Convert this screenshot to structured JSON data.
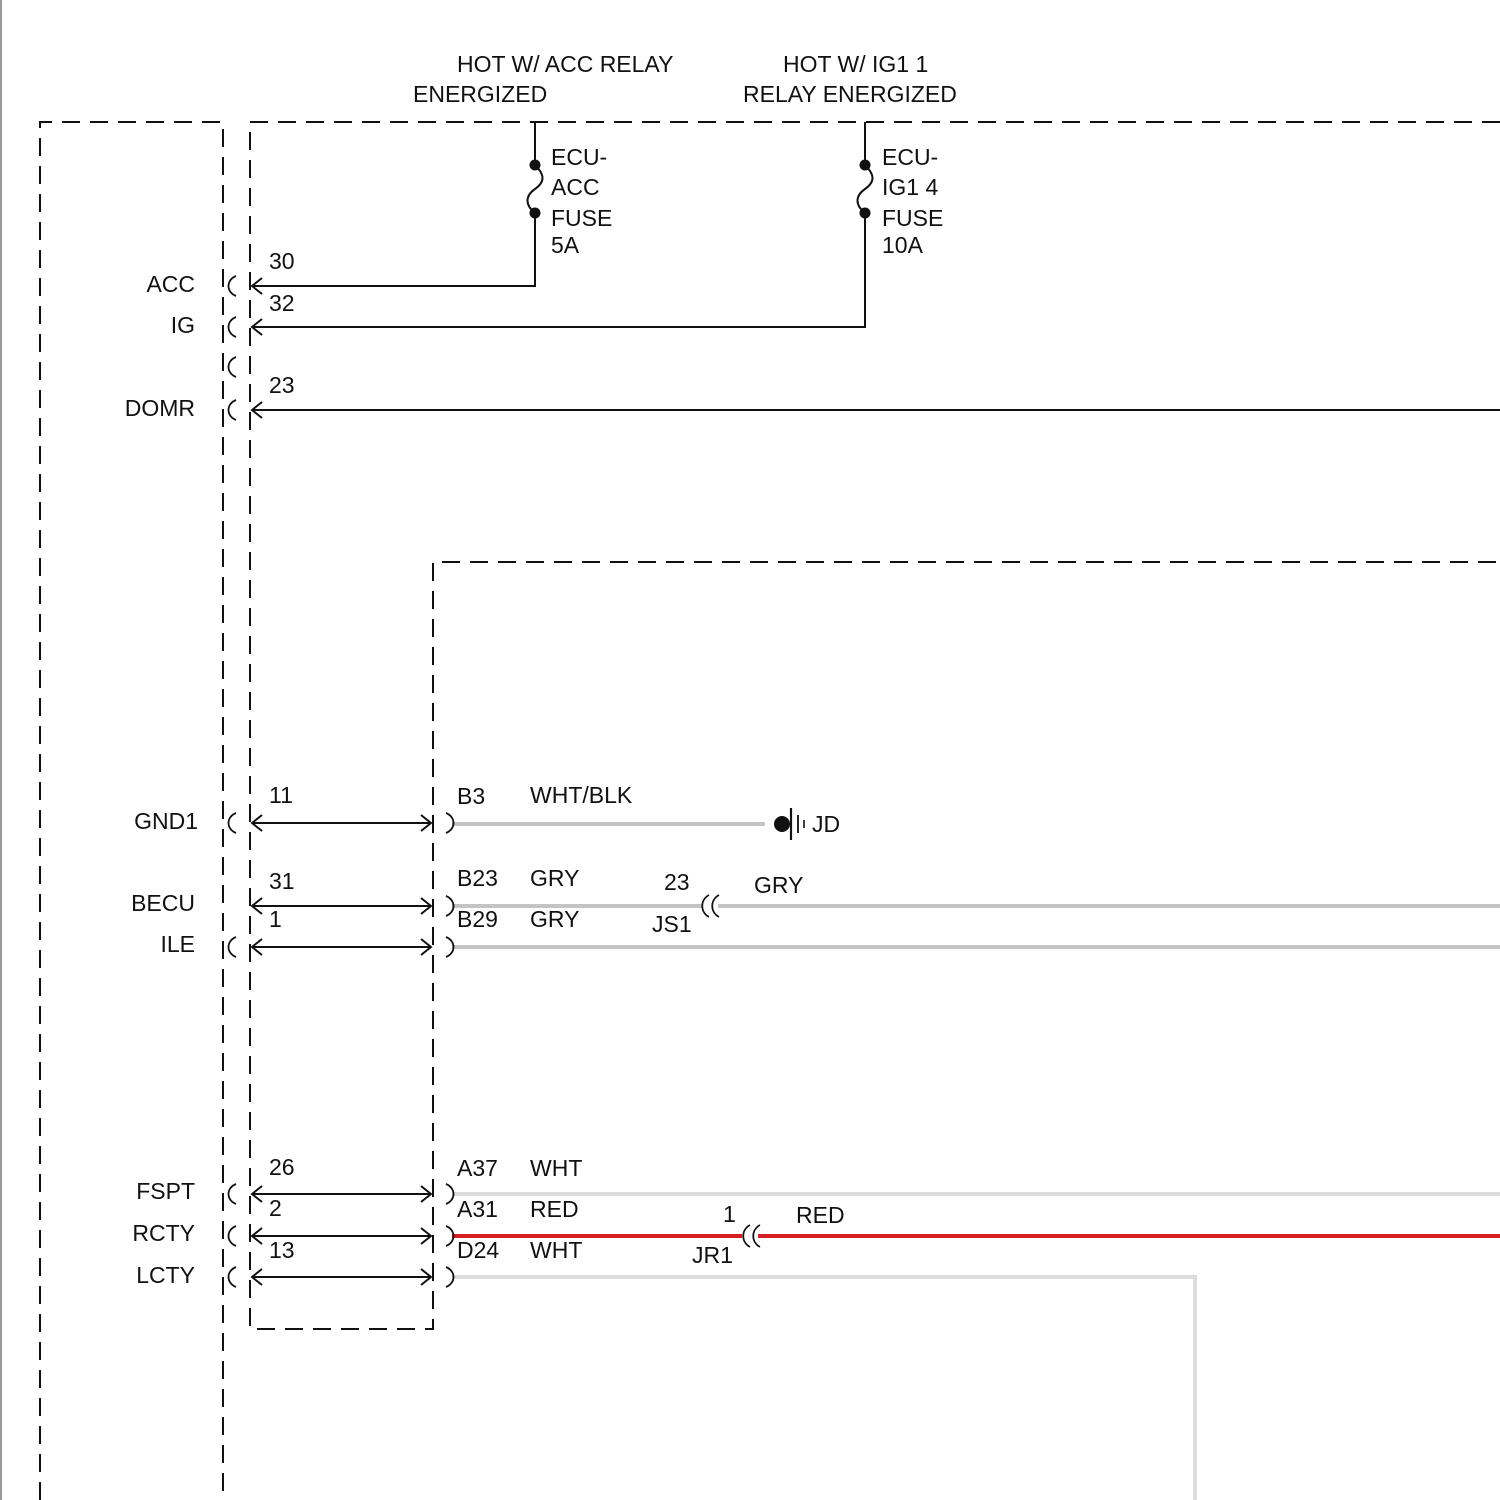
{
  "power_sources": {
    "acc": {
      "line1": "HOT W/ ACC RELAY",
      "line2": "ENERGIZED"
    },
    "ig1": {
      "line1": "HOT W/ IG1 1",
      "line2": "RELAY ENERGIZED"
    }
  },
  "fuses": {
    "acc": {
      "line1": "ECU-",
      "line2": "ACC",
      "line3": "FUSE",
      "line4": "5A"
    },
    "ig1": {
      "line1": "ECU-",
      "line2": "IG1 4",
      "line3": "FUSE",
      "line4": "10A"
    }
  },
  "terminals": {
    "acc": {
      "label": "ACC",
      "pin": "30"
    },
    "ig": {
      "label": "IG",
      "pin": "32"
    },
    "domr": {
      "label": "DOMR",
      "pin": "23"
    },
    "gnd1": {
      "label": "GND1",
      "pin": "11"
    },
    "becu": {
      "label": "BECU",
      "pin": "31"
    },
    "ile": {
      "label": "ILE",
      "pin": "1"
    },
    "fspt": {
      "label": "FSPT",
      "pin": "26"
    },
    "rcty": {
      "label": "RCTY",
      "pin": "2"
    },
    "lcty": {
      "label": "LCTY",
      "pin": "13"
    }
  },
  "connectors": {
    "b3": {
      "pin": "B3",
      "wire": "WHT/BLK"
    },
    "b23": {
      "pin": "B23",
      "wire": "GRY"
    },
    "b29": {
      "pin": "B29",
      "wire": "GRY"
    },
    "a37": {
      "pin": "A37",
      "wire": "WHT"
    },
    "a31": {
      "pin": "A31",
      "wire": "RED"
    },
    "d24": {
      "pin": "D24",
      "wire": "WHT"
    }
  },
  "ground": {
    "label": "JD"
  },
  "junctions": {
    "js1": {
      "name": "JS1",
      "pin": "23",
      "wire": "GRY"
    },
    "jr1": {
      "name": "JR1",
      "pin": "1",
      "wire": "RED"
    }
  },
  "colors": {
    "gray_wire": "#c4c4c4",
    "white_wire": "#dcdcdc",
    "red_wire": "#d42020",
    "line": "#111111"
  }
}
